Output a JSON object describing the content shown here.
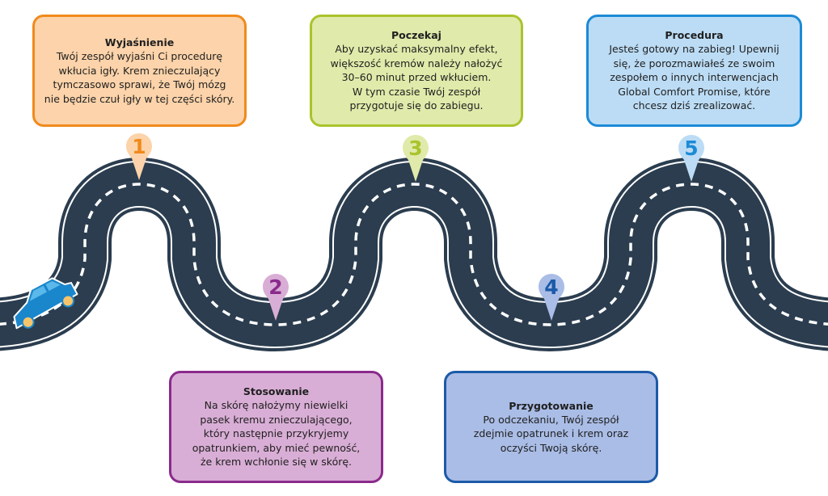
{
  "steps": [
    {
      "number": "1",
      "title": "Wyjaśnienie",
      "body": "Twój zespół wyjaśni Ci procedurę wkłucia igły. Krem znieczulający tymczasowo sprawi, że Twój mózg nie będzie czuł igły w tej części skóry.",
      "lines": [
        "Twój zespół wyjaśni Ci procedurę",
        "wkłucia igły. Krem znieczulający",
        "tymczasowo sprawi, że Twój mózg",
        "nie będzie czuł igły w tej części skóry."
      ],
      "fill": "#fcd3aa",
      "border": "#f08a1c",
      "pin_fill": "#fcd3aa",
      "num_color": "#f08a1c"
    },
    {
      "number": "2",
      "title": "Stosowanie",
      "body": "Na skórę nałożymy niewielki pasek kremu znieczulającego, który następnie przykryjemy opatrunkiem, aby mieć pewność, że krem wchłonie się w skórę.",
      "lines": [
        "Na skórę nałożymy niewielki",
        "pasek kremu znieczulającego,",
        "który następnie przykryjemy",
        "opatrunkiem, aby mieć pewność,",
        "że krem wchłonie się w skórę."
      ],
      "fill": "#d9aed6",
      "border": "#8a2a8c",
      "pin_fill": "#d9aed6",
      "num_color": "#8a2a8c"
    },
    {
      "number": "3",
      "title": "Poczekaj",
      "body": "Aby uzyskać maksymalny efekt, większość kremów należy nałożyć 30–60 minut przed wkłuciem. W tym czasie Twój zespół przygotuje się do zabiegu.",
      "lines": [
        "Aby uzyskać maksymalny efekt,",
        "większość kremów należy nałożyć",
        "30–60 minut przed wkłuciem.",
        "W tym czasie Twój zespół",
        "przygotuje się do zabiegu."
      ],
      "fill": "#e0eaaa",
      "border": "#a9c42c",
      "pin_fill": "#e0eaaa",
      "num_color": "#a9c42c"
    },
    {
      "number": "4",
      "title": "Przygotowanie",
      "body": "Po odczekaniu, Twój zespół zdejmie opatrunek i krem oraz oczyści Twoją skórę.",
      "lines": [
        "Po odczekaniu, Twój zespół",
        "zdejmie opatrunek i krem oraz",
        "oczyści Twoją skórę."
      ],
      "fill": "#aabde6",
      "border": "#1b5aa8",
      "pin_fill": "#aabde6",
      "num_color": "#1b5aa8"
    },
    {
      "number": "5",
      "title": "Procedura",
      "body": "Jesteś gotowy na zabieg! Upewnij się, że porozmawiałeś ze swoim zespołem o innych interwencjach Global Comfort Promise, które chcesz dziś zrealizować.",
      "lines": [
        "Jesteś gotowy na zabieg! Upewnij",
        "się, że porozmawiałeś ze swoim",
        "zespołem o innych interwencjach",
        "Global Comfort Promise, które",
        "chcesz dziś zrealizować."
      ],
      "fill": "#bcdcf5",
      "border": "#1c8ad6",
      "pin_fill": "#bcdcf5",
      "num_color": "#1c8ad6"
    }
  ],
  "colors": {
    "road": "#2b3d4f",
    "road_line": "#ffffff",
    "car_body": "#1a86cc",
    "car_window": "#5ab8ea",
    "car_wheel": "#f6c46a"
  },
  "icons": {
    "car": "car-icon",
    "pin": "map-pin-icon"
  }
}
